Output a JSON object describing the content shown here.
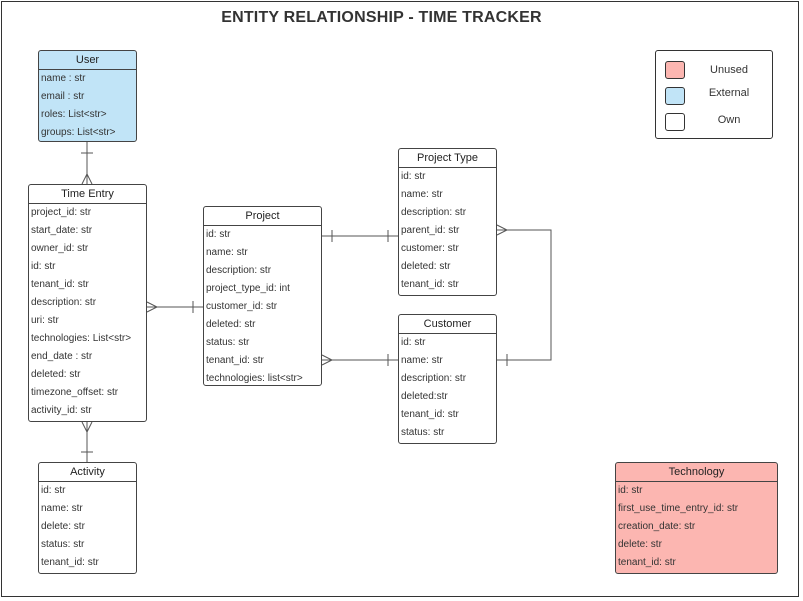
{
  "title": "ENTITY RELATIONSHIP - TIME TRACKER",
  "colors": {
    "external": "#c1e4f7",
    "unused": "#fcb6b1",
    "own": "#ffffff",
    "line": "#555555"
  },
  "legend": [
    {
      "label": "Unused",
      "color": "#fcb6b1"
    },
    {
      "label": "External",
      "color": "#c1e4f7"
    },
    {
      "label": "Own",
      "color": "#ffffff"
    }
  ],
  "entities": {
    "user": {
      "name": "User",
      "fields": [
        "name : str",
        "email : str",
        "roles: List<str>",
        "groups: List<str>"
      ]
    },
    "time_entry": {
      "name": "Time Entry",
      "fields": [
        "project_id: str",
        "start_date: str",
        "owner_id: str",
        "id: str",
        "tenant_id: str",
        "description: str",
        "uri: str",
        "technologies: List<str>",
        "end_date : str",
        "deleted: str",
        "timezone_offset: str",
        "activity_id: str"
      ]
    },
    "project": {
      "name": "Project",
      "fields": [
        "id: str",
        "name: str",
        "description: str",
        "project_type_id: int",
        "customer_id: str",
        "deleted: str",
        "status: str",
        "tenant_id: str",
        "technologies: list<str>"
      ]
    },
    "project_type": {
      "name": "Project Type",
      "fields": [
        "id: str",
        "name: str",
        "description: str",
        "parent_id: str",
        "customer: str",
        "deleted: str",
        "tenant_id: str"
      ]
    },
    "customer": {
      "name": "Customer",
      "fields": [
        "id: str",
        "name: str",
        "description: str",
        "deleted:str",
        "tenant_id: str",
        "status: str"
      ]
    },
    "activity": {
      "name": "Activity",
      "fields": [
        "id: str",
        "name: str",
        "delete: str",
        "status: str",
        "tenant_id: str"
      ]
    },
    "technology": {
      "name": "Technology",
      "fields": [
        "id: str",
        "first_use_time_entry_id: str",
        "creation_date: str",
        "delete: str",
        "tenant_id: str"
      ]
    }
  }
}
